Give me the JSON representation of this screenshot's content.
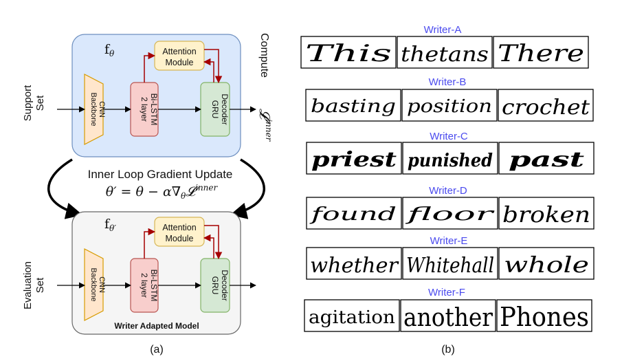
{
  "panel_a": {
    "f_theta": "f",
    "f_theta_sub": "θ",
    "f_theta_prime_sub": "θ′",
    "attention_line1": "Attention",
    "attention_line2": "Module",
    "backbone_line1": "Backbone",
    "backbone_line2": "CNN",
    "bilstm_line1": "2 layer",
    "bilstm_line2": "Bi-LSTM",
    "gru_line1": "GRU",
    "gru_line2": "Decoder",
    "support_line1": "Support",
    "support_line2": "Set",
    "evaluation_line1": "Evaluation",
    "evaluation_line2": "Set",
    "compute": "Compute",
    "compute_loss": "𝓛",
    "compute_loss_sup": "inner",
    "inner_loop_title": "Inner Loop Gradient Update",
    "inner_loop_eq": "θ′ = θ − α∇",
    "inner_loop_eq_sub": "θ",
    "inner_loop_eq_loss": "𝓛",
    "inner_loop_eq_sup": "inner",
    "writer_adapted": "Writer Adapted Model",
    "caption": "(a)",
    "colors": {
      "top_box": "#dae8fc",
      "top_border": "#6c8ebf",
      "bottom_box": "#f5f5f5",
      "bottom_border": "#666666",
      "attention": "#fff2cc",
      "backbone": "#ffe6cc",
      "bilstm": "#f8cecc",
      "gru": "#d5e8d4",
      "red_arrow": "#a50000"
    }
  },
  "panel_b": {
    "caption": "(b)",
    "writers": [
      {
        "name": "Writer-A",
        "words": [
          "This",
          "thetans",
          "There"
        ]
      },
      {
        "name": "Writer-B",
        "words": [
          "basting",
          "position",
          "crochet"
        ]
      },
      {
        "name": "Writer-C",
        "words": [
          "priest",
          "punished",
          "past"
        ]
      },
      {
        "name": "Writer-D",
        "words": [
          "found",
          "floor",
          "broken"
        ]
      },
      {
        "name": "Writer-E",
        "words": [
          "whether",
          "Whitehall",
          "whole"
        ]
      },
      {
        "name": "Writer-F",
        "words": [
          "agitation",
          "another",
          "Phones"
        ]
      }
    ]
  }
}
